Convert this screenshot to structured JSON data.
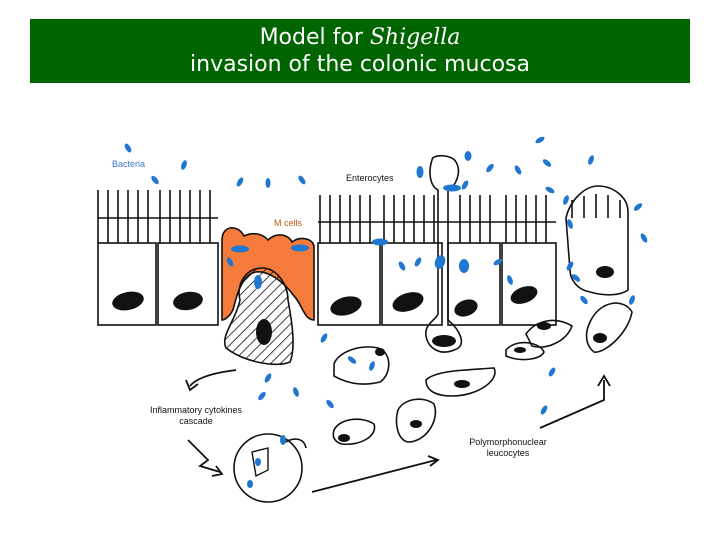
{
  "title": {
    "line1_prefix": "Model for",
    "line1_italic": "Shigella",
    "line2": "invasion of the colonic mucosa"
  },
  "labels": {
    "bacteria": "Bacteria",
    "enterocytes": "Enterocytes",
    "m_cells": "M cells",
    "cytokines_line1": "Inflammatory cytokines",
    "cytokines_line2": "cascade",
    "pmn_line1": "Polymorphonuclear",
    "pmn_line2": "leucocytes"
  },
  "colors": {
    "header_bg": "#006400",
    "bacteria": "#1f77d0",
    "m_cell": "#f47b3c",
    "ink": "#111111",
    "label_blue": "#3a79c9",
    "label_orange": "#c55a11"
  }
}
